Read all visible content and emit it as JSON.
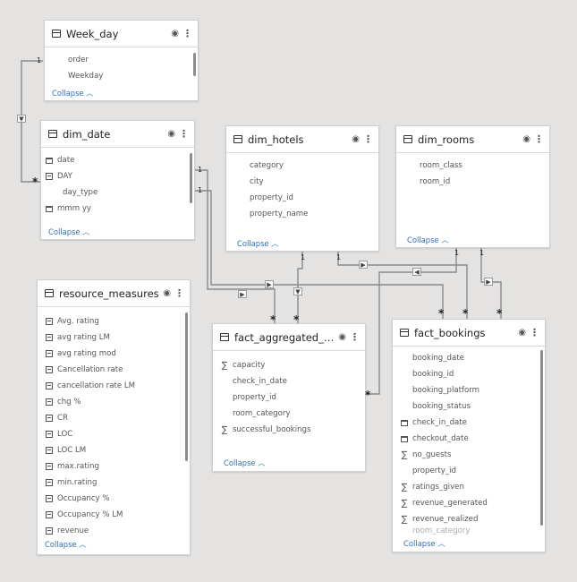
{
  "collapse_label": "Collapse",
  "tables": {
    "week_day": {
      "title": "Week_day",
      "fields": [
        {
          "label": "order",
          "icon": "none"
        },
        {
          "label": "Weekday",
          "icon": "none"
        }
      ]
    },
    "dim_date": {
      "title": "dim_date",
      "fields": [
        {
          "label": "date",
          "icon": "calendar-icon"
        },
        {
          "label": "DAY",
          "icon": "calculated-icon"
        },
        {
          "label": "day_type",
          "icon": "none"
        },
        {
          "label": "mmm yy",
          "icon": "calendar-icon"
        }
      ]
    },
    "dim_hotels": {
      "title": "dim_hotels",
      "fields": [
        {
          "label": "category",
          "icon": "none"
        },
        {
          "label": "city",
          "icon": "none"
        },
        {
          "label": "property_id",
          "icon": "none"
        },
        {
          "label": "property_name",
          "icon": "none"
        }
      ]
    },
    "dim_rooms": {
      "title": "dim_rooms",
      "fields": [
        {
          "label": "room_class",
          "icon": "none"
        },
        {
          "label": "room_id",
          "icon": "none"
        }
      ]
    },
    "resource_measures": {
      "title": "resource_measures",
      "fields": [
        {
          "label": "Avg. rating",
          "icon": "calculator-icon"
        },
        {
          "label": "avg rating LM",
          "icon": "calculator-icon"
        },
        {
          "label": "avg rating mod",
          "icon": "calculator-icon"
        },
        {
          "label": "Cancellation rate",
          "icon": "calculator-icon"
        },
        {
          "label": "cancellation rate LM",
          "icon": "calculator-icon"
        },
        {
          "label": "chg %",
          "icon": "calculator-icon"
        },
        {
          "label": "CR",
          "icon": "calculator-icon"
        },
        {
          "label": "LOC",
          "icon": "calculator-icon"
        },
        {
          "label": "LOC LM",
          "icon": "calculator-icon"
        },
        {
          "label": "max.rating",
          "icon": "calculator-icon"
        },
        {
          "label": "min.rating",
          "icon": "calculator-icon"
        },
        {
          "label": "Occupancy %",
          "icon": "calculator-icon"
        },
        {
          "label": "Occupancy % LM",
          "icon": "calculator-icon"
        },
        {
          "label": "revenue",
          "icon": "calculator-icon"
        }
      ]
    },
    "fact_aggregated": {
      "title": "fact_aggregated_boo...",
      "fields": [
        {
          "label": "capacity",
          "icon": "sigma-icon"
        },
        {
          "label": "check_in_date",
          "icon": "none"
        },
        {
          "label": "property_id",
          "icon": "none"
        },
        {
          "label": "room_category",
          "icon": "none"
        },
        {
          "label": "successful_bookings",
          "icon": "sigma-icon"
        }
      ]
    },
    "fact_bookings": {
      "title": "fact_bookings",
      "fields": [
        {
          "label": "booking_date",
          "icon": "none"
        },
        {
          "label": "booking_id",
          "icon": "none"
        },
        {
          "label": "booking_platform",
          "icon": "none"
        },
        {
          "label": "booking_status",
          "icon": "none"
        },
        {
          "label": "check_in_date",
          "icon": "calendar-icon"
        },
        {
          "label": "checkout_date",
          "icon": "calendar-icon"
        },
        {
          "label": "no_guests",
          "icon": "sigma-icon"
        },
        {
          "label": "property_id",
          "icon": "none"
        },
        {
          "label": "ratings_given",
          "icon": "sigma-icon"
        },
        {
          "label": "revenue_generated",
          "icon": "sigma-icon"
        },
        {
          "label": "revenue_realized",
          "icon": "sigma-icon"
        },
        {
          "label": "room_category",
          "icon": "none"
        }
      ]
    }
  },
  "relationship_markers": {
    "one": "1",
    "many": "*"
  }
}
